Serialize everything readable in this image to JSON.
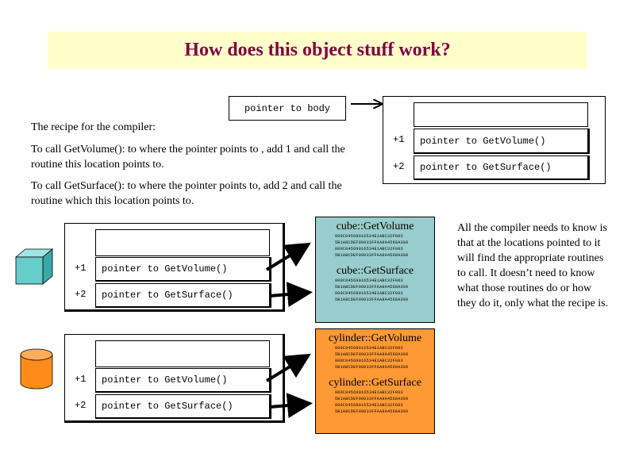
{
  "title": "How does this object stuff work?",
  "colors": {
    "title_band": "#ffffcc",
    "title_text": "#800040",
    "cube_routines": "#99cccc",
    "cylinder_routines": "#ff9933",
    "cube_icon": "#66cccc",
    "cylinder_icon": "#ff8c1a"
  },
  "pointer_to_body": "pointer to body",
  "recipe": {
    "heading": "The recipe for the compiler:",
    "step1": "To call GetVolume(): to where the pointer points to , add 1 and call the routine this location points to.",
    "step2": "To call GetSurface(): to where the pointer points to, add 2 and call the routine which this location points to."
  },
  "vtable": {
    "offset1": "+1",
    "offset2": "+2",
    "slot1": "pointer to GetVolume()",
    "slot2": "pointer to GetSurface()"
  },
  "cube": {
    "icon": "cube-icon",
    "offset1": "+1",
    "offset2": "+2",
    "slot1": "pointer to GetVolume()",
    "slot2": "pointer to GetSurface()",
    "routine_volume": "cube::GetVolume",
    "routine_surface": "cube::GetSurface"
  },
  "cylinder": {
    "icon": "cylinder-icon",
    "offset1": "+1",
    "offset2": "+2",
    "slot1": "pointer to GetVolume()",
    "slot2": "pointer to GetSurface()",
    "routine_volume": "cylinder::GetVolume",
    "routine_surface": "cylinder::GetSurface"
  },
  "explanation": "All the compiler needs to know is that at the locations pointed to it will find the appropriate routines to call. It doesn’t need to know what those routines do or how they do it, only what the recipe is."
}
